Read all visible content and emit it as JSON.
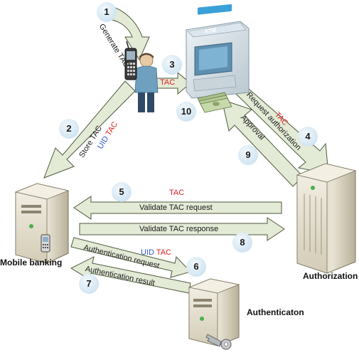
{
  "steps": {
    "s1": "1",
    "s2": "2",
    "s3": "3",
    "s4": "4",
    "s5": "5",
    "s6": "6",
    "s7": "7",
    "s8": "8",
    "s9": "9",
    "s10": "10"
  },
  "arrows": {
    "generate": "Generate TAC",
    "tac_to_atm": "TAC",
    "store": "Store TAC",
    "store_ids": {
      "uid": "UID",
      "tac": "TAC"
    },
    "request_authorization": "Request authorization",
    "request_authorization_tac": "TAC",
    "approval": "Approval",
    "validate_request": "Validate TAC request",
    "validate_request_tac": "TAC",
    "validate_response": "Validate TAC response",
    "authentication_request": "Authentication request",
    "authentication_ids": {
      "uid": "UID",
      "tac": "TAC"
    },
    "authentication_result": "Authentication result"
  },
  "nodes": {
    "mobile_banking": "Mobile banking",
    "authorization": "Authorization",
    "authentication": "Authenticaton",
    "atm_sign": "ATM"
  },
  "colors": {
    "arrow_fill": "#e3ead6",
    "arrow_stroke": "#4e5a3c",
    "step_circle": "#d6e8f3",
    "tac_red": "#e02020",
    "uid_blue": "#3355cc"
  },
  "icons": [
    "user-with-phone-icon",
    "atm-machine-icon",
    "cash-icon",
    "server-icon",
    "key-icon",
    "mobile-phone-icon"
  ]
}
